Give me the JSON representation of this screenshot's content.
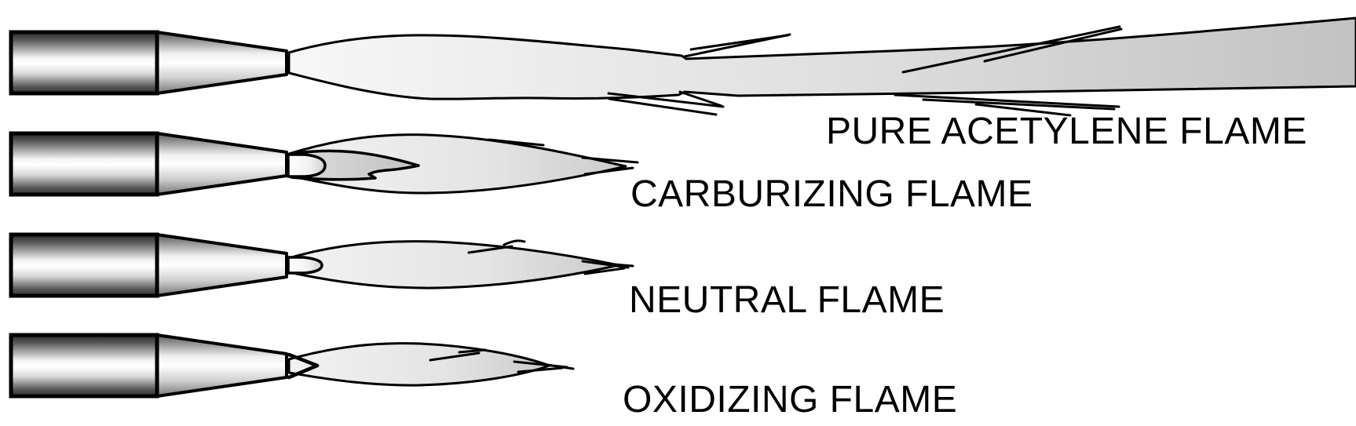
{
  "diagram": {
    "background_color": "#ffffff",
    "line_color": "#000000",
    "text_color": "#000000",
    "colors": {
      "torch_dark": "#2f2f2f",
      "torch_highlight": "#ffffff",
      "cone_dark": "#6e6e6e",
      "flame_gradient_start": "#f7f7f7",
      "flame_gradient_end": "#c2c2c2",
      "envelope_light": "#f2f2f2",
      "envelope_dark": "#cccccc",
      "feather_gray": "#d9d9d9",
      "inner_cone_white": "#ffffff"
    },
    "flames": [
      {
        "id": "pure-acetylene-flame",
        "label": "PURE ACETYLENE FLAME"
      },
      {
        "id": "carburizing-flame",
        "label": "CARBURIZING FLAME"
      },
      {
        "id": "neutral-flame",
        "label": "NEUTRAL FLAME"
      },
      {
        "id": "oxidizing-flame",
        "label": "OXIDIZING FLAME"
      }
    ]
  }
}
